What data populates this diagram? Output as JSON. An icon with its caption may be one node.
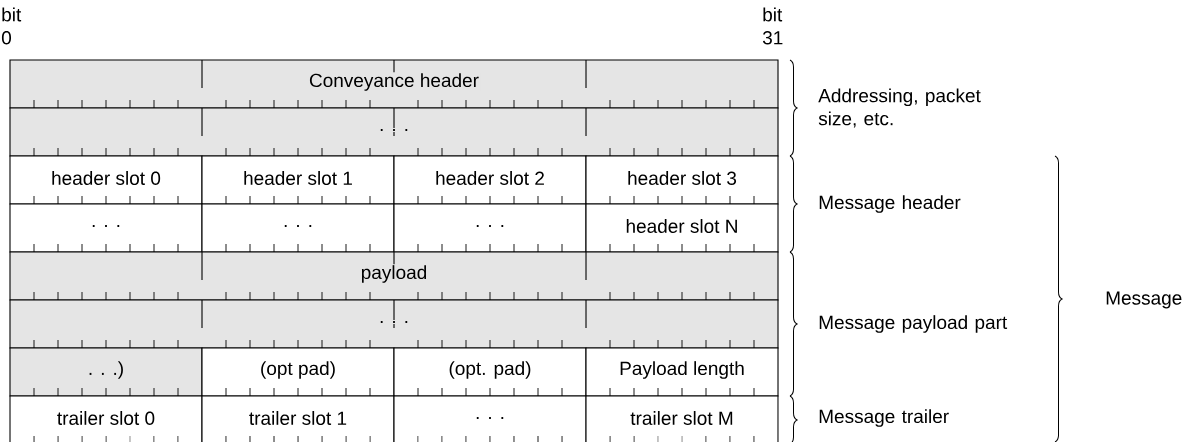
{
  "diagram": {
    "nodes": [
      {
        "text": [
          "Conveyance header"
        ]
      },
      {
        "text": [
          ". . ."
        ]
      },
      {
        "text": [
          "header slot 0"
        ]
      },
      {
        "text": [
          "header slot 1"
        ]
      },
      {
        "text": [
          "header slot 2"
        ]
      },
      {
        "text": [
          "header slot 3"
        ]
      },
      {
        "text": [
          ". . ."
        ]
      },
      {
        "text": [
          ". . ."
        ]
      },
      {
        "text": [
          ". . ."
        ]
      },
      {
        "text": [
          "header slot N"
        ]
      },
      {
        "text": [
          "payload"
        ]
      },
      {
        "text": [
          ". . ."
        ]
      },
      {
        "text": [
          ". . .)"
        ]
      },
      {
        "text": [
          "(opt pad)"
        ]
      },
      {
        "text": [
          "(opt. pad)"
        ]
      },
      {
        "text": [
          "Payload length"
        ]
      },
      {
        "text": [
          "trailer slot 0"
        ]
      },
      {
        "text": [
          "trailer slot 1"
        ]
      },
      {
        "text": [
          ". . ."
        ]
      },
      {
        "text": [
          "trailer slot M"
        ]
      }
    ],
    "labels": [
      "bit 0",
      "bit 31",
      "Addressing, packet size, etc.",
      "Message header",
      "Message payload part",
      "Message trailer",
      "Message"
    ]
  }
}
